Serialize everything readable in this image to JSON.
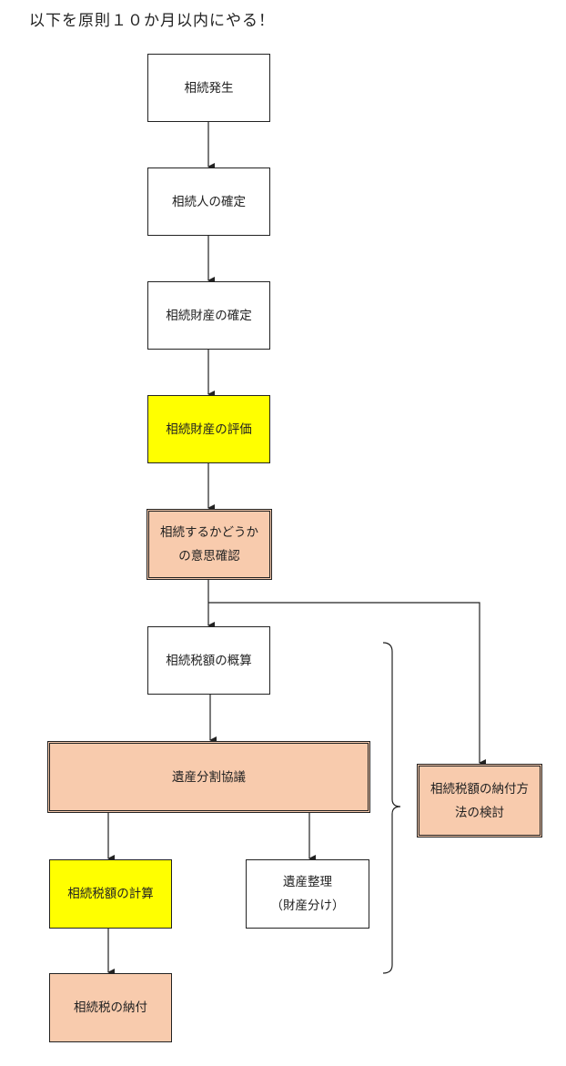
{
  "heading": "以下を原則１０か月以内にやる！",
  "colors": {
    "yellow": "#ffff00",
    "salmon": "#f8cbad",
    "white": "#ffffff",
    "line": "#222222"
  },
  "steps": {
    "start": "相続発生",
    "heirs": "相続人の確定",
    "assets": "相続財産の確定",
    "valuation": "相続財産の評価",
    "decision_line1": "相続するかどうか",
    "decision_line2": "の意思確認",
    "estimate": "相続税額の概算",
    "division": "遺産分割協議",
    "tax_calc": "相続税額の計算",
    "sorting_line1": "遺産整理",
    "sorting_line2": "（財産分け）",
    "payment": "相続税の納付",
    "payment_method_line1": "相続税額の納付方",
    "payment_method_line2": "法の検討"
  }
}
